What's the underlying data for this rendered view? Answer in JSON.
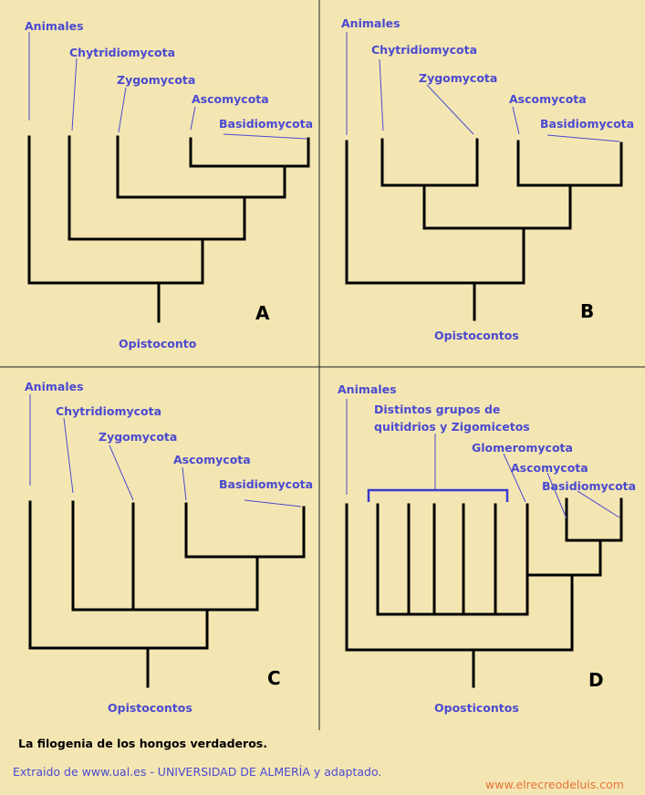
{
  "panels": [
    {
      "letter": "A",
      "root": "Opistoconto",
      "taxa": [
        "Animales",
        "Chytridiomycota",
        "Zygomycota",
        "Ascomycota",
        "Basidiomycota"
      ]
    },
    {
      "letter": "B",
      "root": "Opistocontos",
      "taxa": [
        "Animales",
        "Chytridiomycota",
        "Zygomycota",
        "Ascomycota",
        "Basidiomycota"
      ]
    },
    {
      "letter": "C",
      "root": "Opistocontos",
      "taxa": [
        "Animales",
        "Chytridiomycota",
        "Zygomycota",
        "Ascomycota",
        "Basidiomycota"
      ]
    },
    {
      "letter": "D",
      "root": "Oposticontos",
      "taxa": [
        "Animales",
        "Distintos grupos de",
        "quitidrios y Zigomicetos",
        "Glomeromycota",
        "Ascomycota",
        "Basidiomycota"
      ]
    }
  ],
  "caption": "La filogenia de los hongos verdaderos.",
  "source": "Extraido de  www.ual.es - UNIVERSIDAD DE ALMERÍA  y adaptado.",
  "watermark": "www.elrecreodeluis.com"
}
